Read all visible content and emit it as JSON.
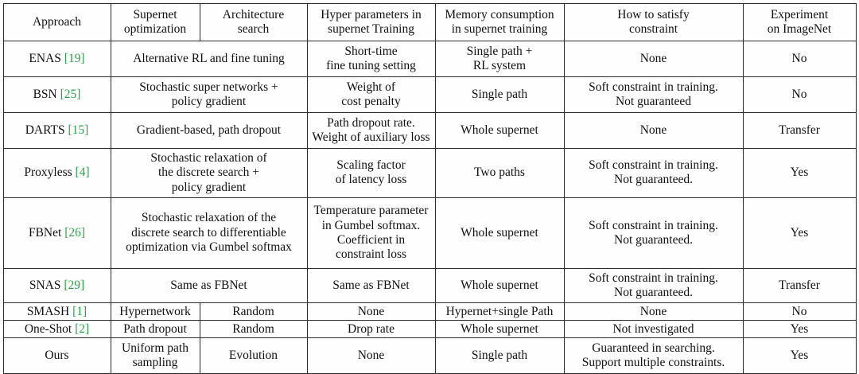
{
  "table": {
    "caption": "",
    "columns": [
      {
        "id": "approach",
        "label_lines": [
          "Approach"
        ]
      },
      {
        "id": "supernet_optimization",
        "label_lines": [
          "Supernet",
          "optimization"
        ]
      },
      {
        "id": "architecture_search",
        "label_lines": [
          "Architecture",
          "search"
        ]
      },
      {
        "id": "hyper_parameters",
        "label_lines": [
          "Hyper parameters in",
          "supernet Training"
        ]
      },
      {
        "id": "memory_consumption",
        "label_lines": [
          "Memory consumption",
          "in supernet training"
        ]
      },
      {
        "id": "satisfy_constraint",
        "label_lines": [
          "How to satisfy",
          "constraint"
        ]
      },
      {
        "id": "experiment_imagenet",
        "label_lines": [
          "Experiment",
          "on ImageNet"
        ]
      }
    ],
    "rows": [
      {
        "approach_name": "ENAS",
        "approach_ref": "[19]",
        "merged_opt_search": true,
        "supernet_optimization": [
          "Alternative RL and fine tuning"
        ],
        "architecture_search": [],
        "hyper_parameters": [
          "Short-time",
          "fine tuning setting"
        ],
        "memory_consumption": [
          "Single path +",
          "RL system"
        ],
        "satisfy_constraint": [
          "None"
        ],
        "experiment_imagenet": [
          "No"
        ]
      },
      {
        "approach_name": "BSN",
        "approach_ref": "[25]",
        "merged_opt_search": true,
        "supernet_optimization": [
          "Stochastic super networks +",
          "policy gradient"
        ],
        "architecture_search": [],
        "hyper_parameters": [
          "Weight of",
          "cost penalty"
        ],
        "memory_consumption": [
          "Single path"
        ],
        "satisfy_constraint": [
          "Soft constraint in training.",
          "Not guaranteed"
        ],
        "experiment_imagenet": [
          "No"
        ]
      },
      {
        "approach_name": "DARTS",
        "approach_ref": "[15]",
        "merged_opt_search": true,
        "supernet_optimization": [
          "Gradient-based, path dropout"
        ],
        "architecture_search": [],
        "hyper_parameters": [
          "Path dropout rate.",
          "Weight of auxiliary loss"
        ],
        "memory_consumption": [
          "Whole supernet"
        ],
        "satisfy_constraint": [
          "None"
        ],
        "experiment_imagenet": [
          "Transfer"
        ]
      },
      {
        "approach_name": "Proxyless",
        "approach_ref": "[4]",
        "merged_opt_search": true,
        "supernet_optimization": [
          "Stochastic relaxation of",
          "the discrete search +",
          "policy gradient"
        ],
        "architecture_search": [],
        "hyper_parameters": [
          "Scaling factor",
          "of latency loss"
        ],
        "memory_consumption": [
          "Two paths"
        ],
        "satisfy_constraint": [
          "Soft constraint in training.",
          "Not guaranteed."
        ],
        "experiment_imagenet": [
          "Yes"
        ]
      },
      {
        "approach_name": "FBNet",
        "approach_ref": "[26]",
        "merged_opt_search": true,
        "supernet_optimization": [
          "Stochastic relaxation of the",
          "discrete search to differentiable",
          "optimization via Gumbel softmax"
        ],
        "architecture_search": [],
        "hyper_parameters": [
          "Temperature parameter",
          "in Gumbel softmax.",
          "Coefficient in",
          "constraint loss"
        ],
        "memory_consumption": [
          "Whole supernet"
        ],
        "satisfy_constraint": [
          "Soft constraint in training.",
          "Not guaranteed."
        ],
        "experiment_imagenet": [
          "Yes"
        ]
      },
      {
        "approach_name": "SNAS",
        "approach_ref": "[29]",
        "merged_opt_search": true,
        "supernet_optimization": [
          "Same as FBNet"
        ],
        "architecture_search": [],
        "hyper_parameters": [
          "Same as FBNet"
        ],
        "memory_consumption": [
          "Whole supernet"
        ],
        "satisfy_constraint": [
          "Soft constraint in training.",
          "Not guaranteed."
        ],
        "experiment_imagenet": [
          "Transfer"
        ]
      },
      {
        "approach_name": "SMASH",
        "approach_ref": "[1]",
        "merged_opt_search": false,
        "supernet_optimization": [
          "Hypernetwork"
        ],
        "architecture_search": [
          "Random"
        ],
        "hyper_parameters": [
          "None"
        ],
        "memory_consumption": [
          "Hypernet+single Path"
        ],
        "satisfy_constraint": [
          "None"
        ],
        "experiment_imagenet": [
          "No"
        ]
      },
      {
        "approach_name": "One-Shot",
        "approach_ref": "[2]",
        "merged_opt_search": false,
        "supernet_optimization": [
          "Path dropout"
        ],
        "architecture_search": [
          "Random"
        ],
        "hyper_parameters": [
          "Drop rate"
        ],
        "memory_consumption": [
          "Whole supernet"
        ],
        "satisfy_constraint": [
          "Not investigated"
        ],
        "experiment_imagenet": [
          "Yes"
        ]
      },
      {
        "approach_name": "Ours",
        "approach_ref": "",
        "merged_opt_search": false,
        "supernet_optimization": [
          "Uniform path",
          "sampling"
        ],
        "architecture_search": [
          "Evolution"
        ],
        "hyper_parameters": [
          "None"
        ],
        "memory_consumption": [
          "Single path"
        ],
        "satisfy_constraint": [
          "Guaranteed in searching.",
          "Support multiple constraints."
        ],
        "experiment_imagenet": [
          "Yes"
        ]
      }
    ]
  },
  "colors": {
    "citation_green": "#2f9e4f",
    "border": "#2b2b2b",
    "text": "#111111",
    "background": "#ffffff"
  }
}
